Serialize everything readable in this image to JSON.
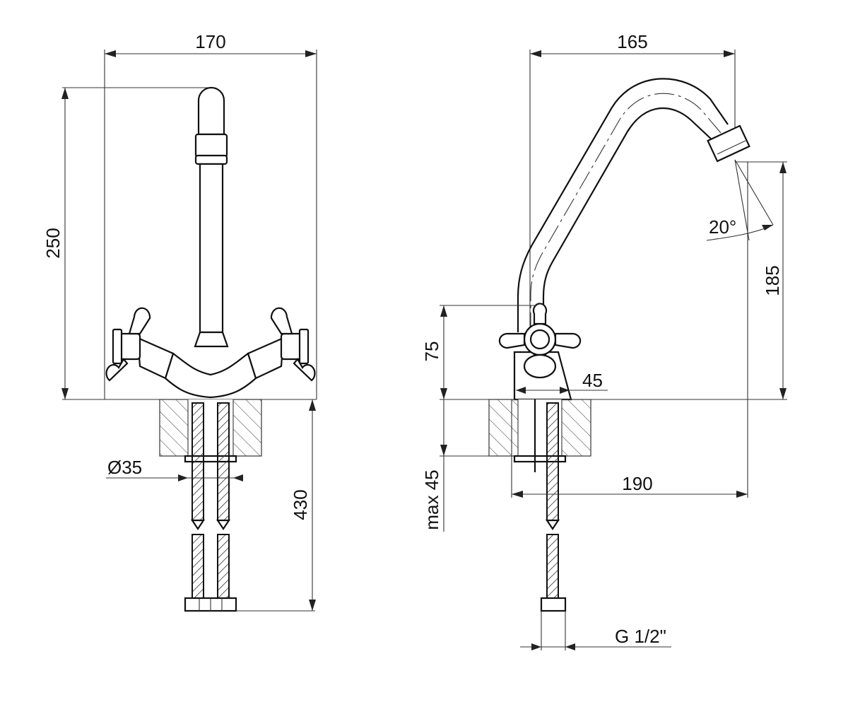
{
  "front_view": {
    "width_label": "170",
    "height_label": "250",
    "diameter_label": "Ø35",
    "hose_length_label": "430"
  },
  "side_view": {
    "reach_label": "165",
    "angle_label": "20°",
    "spout_height_label": "185",
    "handle_height_label": "75",
    "base_width_label": "45",
    "max_thickness_label": "max 45",
    "total_reach_label": "190",
    "thread_label": "G 1/2\""
  },
  "colors": {
    "line": "#222222",
    "background": "#ffffff"
  }
}
